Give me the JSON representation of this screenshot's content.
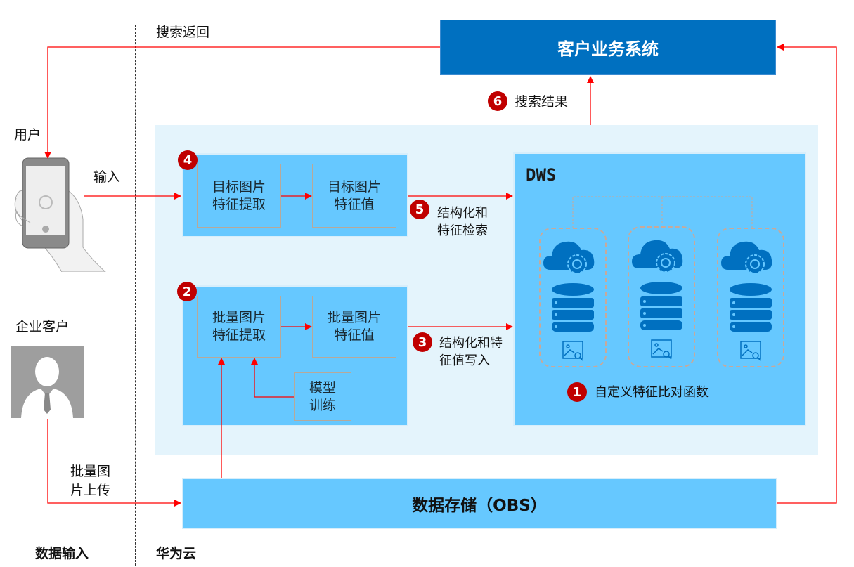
{
  "labels": {
    "search_return": "搜索返回",
    "user": "用户",
    "input": "输入",
    "enterprise_customer": "企业客户",
    "batch_upload": "批量图\n片上传",
    "data_input": "数据输入",
    "huawei_cloud": "华为云"
  },
  "customer_system": "客户业务系统",
  "search_result": {
    "step": "6",
    "label": "搜索结果"
  },
  "target_block": {
    "step": "4",
    "extract": "目标图片\n特征提取",
    "value": "目标图片\n特征值"
  },
  "step5": {
    "step": "5",
    "label": "结构化和\n特征检索"
  },
  "batch_block": {
    "step": "2",
    "extract": "批量图片\n特征提取",
    "value": "批量图片\n特征值",
    "model": "模型\n训练"
  },
  "step3": {
    "step": "3",
    "label": "结构化和特\n征值写入"
  },
  "dws": {
    "title": "DWS",
    "step": "1",
    "function_label": "自定义特征比对函数",
    "node_count": 3
  },
  "storage": "数据存储（OBS）",
  "colors": {
    "accent_blue": "#0070c0",
    "light_blue": "#66c8ff",
    "region": "#e4f4fc",
    "arrow": "#ff0000",
    "badge": "#c00000"
  }
}
